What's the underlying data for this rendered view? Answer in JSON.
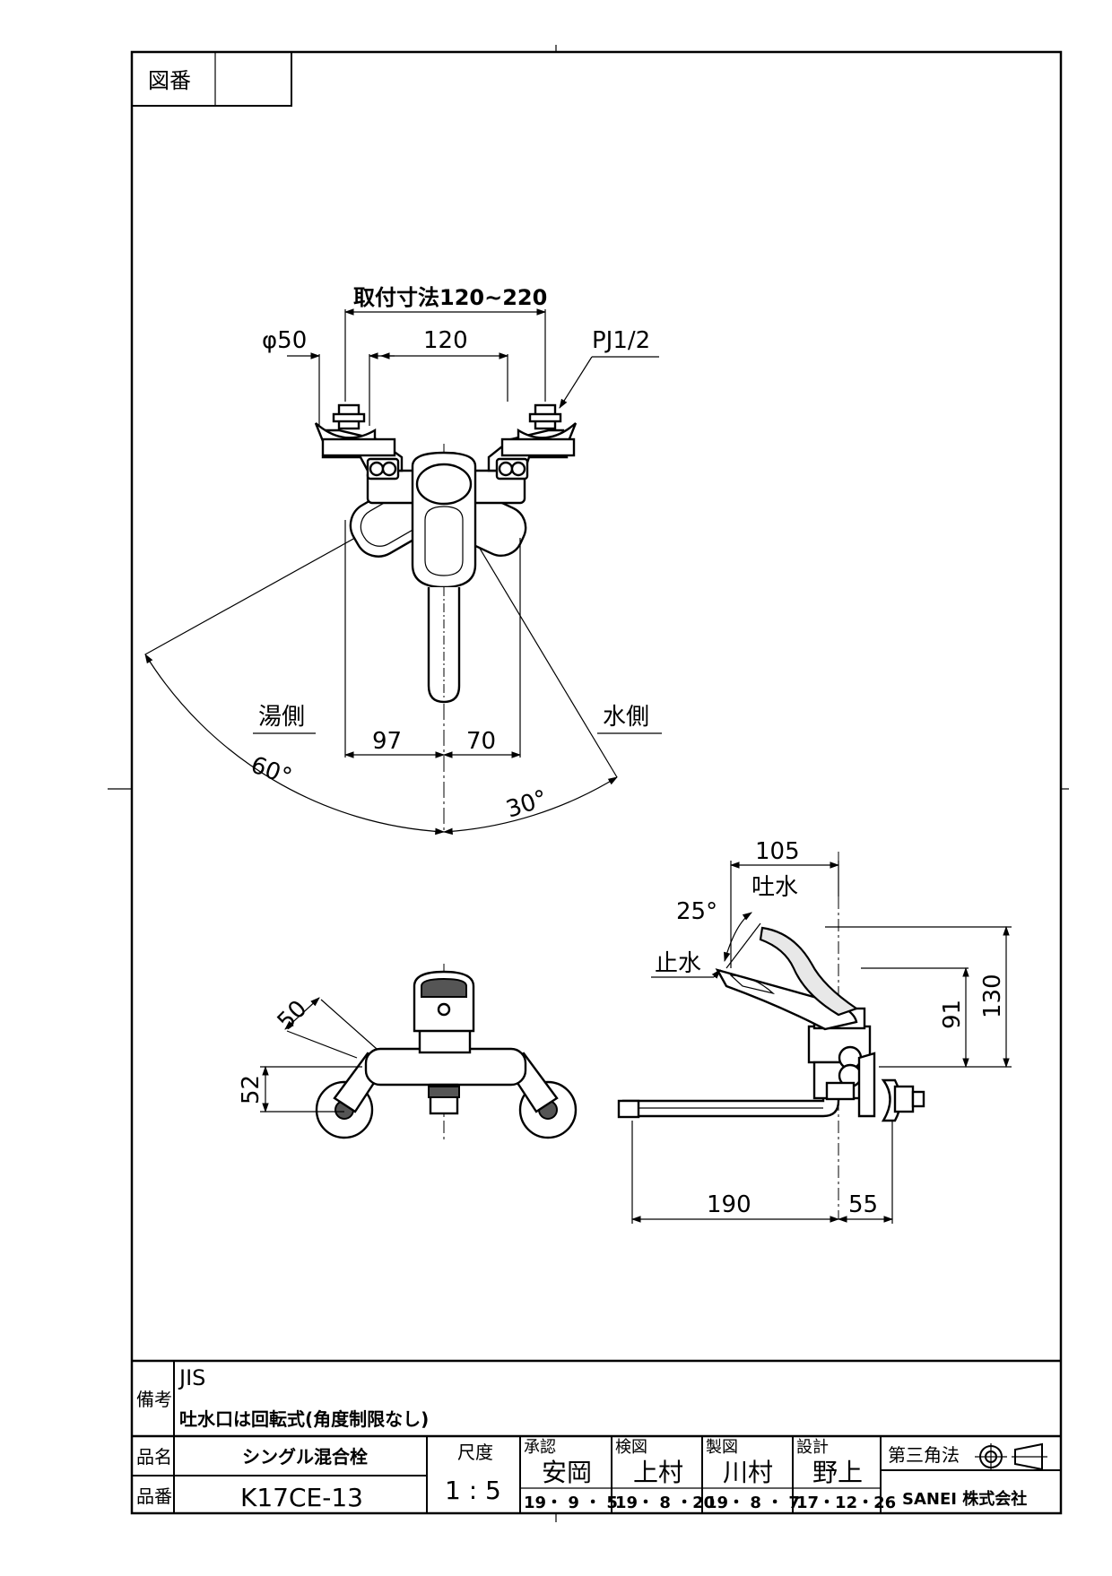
{
  "sheet": {
    "drawing_no_label": "図番",
    "drawing_no_value": ""
  },
  "front_view": {
    "mount_range": "取付寸法120~220",
    "phi": "φ50",
    "spacing": "120",
    "thread": "PJ1/2",
    "hot_side": "湯側",
    "cold_side": "水側",
    "left_offset": "97",
    "right_offset": "70",
    "hot_angle": "60°",
    "cold_angle": "30°"
  },
  "bottom_view": {
    "dim_50": "50",
    "dim_52": "52"
  },
  "side_view": {
    "dim_105": "105",
    "spout_label": "吐水",
    "angle_25": "25°",
    "stop_label": "止水",
    "dim_91": "91",
    "dim_130": "130",
    "dim_190": "190",
    "dim_55": "55"
  },
  "title_block": {
    "remarks_label": "備考",
    "remarks_line1": "JIS",
    "remarks_line2": "吐水口は回転式(角度制限なし)",
    "name_label": "品名",
    "name_value": "シングル混合栓",
    "number_label": "品番",
    "number_value": "K17CE-13",
    "scale_label": "尺度",
    "scale_value": "1 : 5",
    "approve_label": "承認",
    "approve_name": "安岡",
    "approve_date": "19・ 9 ・ 5",
    "check_label": "検図",
    "check_name": "上村",
    "check_date": "19・ 8 ・20",
    "draft_label": "製図",
    "draft_name": "川村",
    "draft_date": "19・ 8 ・ 7",
    "design_label": "設計",
    "design_name": "野上",
    "design_date": "17・12・26",
    "projection_label": "第三角法",
    "company": "SANEI 株式会社"
  }
}
